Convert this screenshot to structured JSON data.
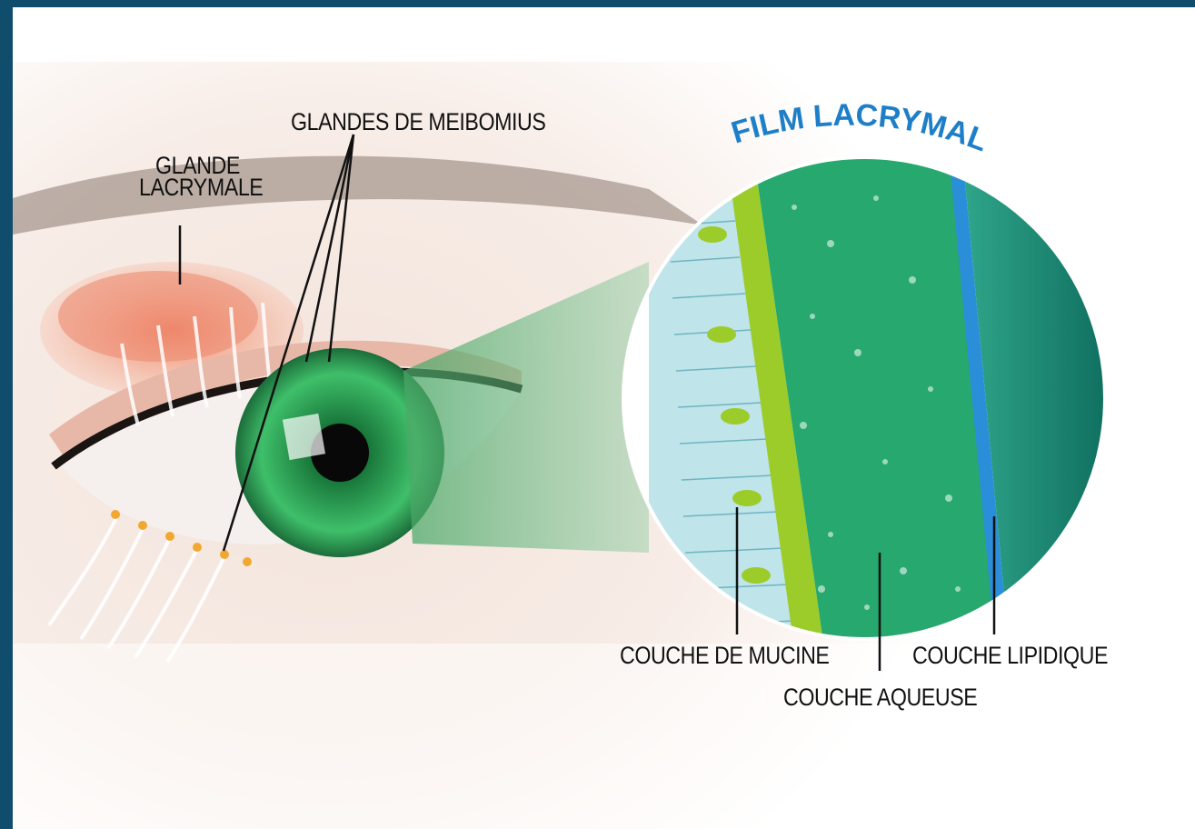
{
  "labels": {
    "glande_lacrymale": "GLANDE LACRYMALE",
    "glandes_meibomius": "GLANDES DE MEIBOMIUS",
    "film_lacrymal": "FILM LACRYMAL",
    "couche_mucine": "COUCHE DE MUCINE",
    "couche_lipidique": "COUCHE LIPIDIQUE",
    "couche_aqueuse": "COUCHE AQUEUSE"
  },
  "colors": {
    "frame": "#104c6c",
    "title_blue": "#1e7fc8",
    "iris_green": "#2aa85a",
    "gland_red": "#e8755a",
    "aqueous_green": "#26a86e",
    "mucin_green": "#9ccc2a",
    "lipid_blue": "#2a8fd8"
  }
}
